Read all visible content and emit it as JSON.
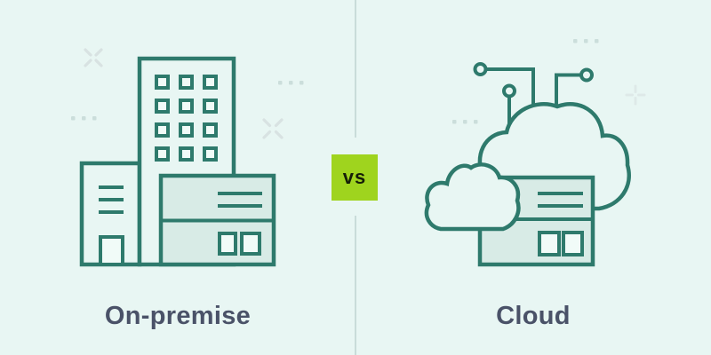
{
  "graphic": {
    "type": "comparison",
    "badge": {
      "label": "vs"
    },
    "left": {
      "label": "On-premise",
      "illustration": "office-building"
    },
    "right": {
      "label": "Cloud",
      "illustration": "connected-clouds-and-server"
    }
  },
  "colors": {
    "page_background": "#e8f6f3",
    "outline": "#2e7a6c",
    "fill_light": "#d8ebe6",
    "fill_window": "#f1fbf8",
    "label_text": "#4a5268",
    "divider": "#c9dcd9",
    "badge_background": "#9fd41e",
    "badge_text": "#151e08",
    "deco_cross": "#d8e2e2",
    "deco_dot": "#cbdedb",
    "deco_plus": "#dee9e8"
  }
}
